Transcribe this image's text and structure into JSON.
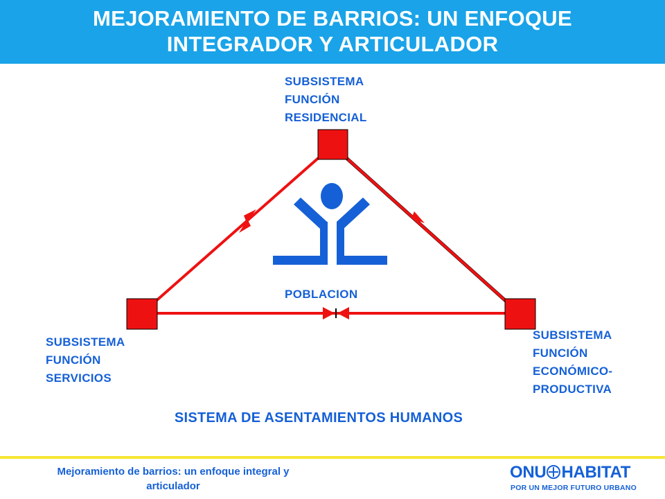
{
  "header": {
    "title_line1": "MEJORAMIENTO DE BARRIOS: UN ENFOQUE",
    "title_line2": "INTEGRADOR Y ARTICULADOR"
  },
  "nodes": {
    "residencial": [
      "SUBSISTEMA",
      "FUNCIÓN",
      "RESIDENCIAL"
    ],
    "servicios": [
      "SUBSISTEMA",
      "FUNCIÓN",
      "SERVICIOS"
    ],
    "economico": [
      "SUBSISTEMA",
      "FUNCIÓN",
      "ECONÓMICO-",
      "PRODUCTIVA"
    ]
  },
  "center_label": "POBLACION",
  "system_label": "SISTEMA DE ASENTAMIENTOS HUMANOS",
  "footer": {
    "text_line1": "Mejoramiento de barrios: un enfoque integral y",
    "text_line2": "articulador",
    "logo_left": "ONU",
    "logo_right": "HABITAT",
    "logo_tagline": "POR UN MEJOR FUTURO URBANO"
  },
  "colors": {
    "header_bg": "#1aa3e8",
    "text_blue": "#1560d6",
    "node_red": "#ee1111",
    "figure_blue": "#1560d6",
    "footer_line": "#f6e632"
  },
  "icons": {
    "center_figure": "person-arms-raised-icon"
  }
}
